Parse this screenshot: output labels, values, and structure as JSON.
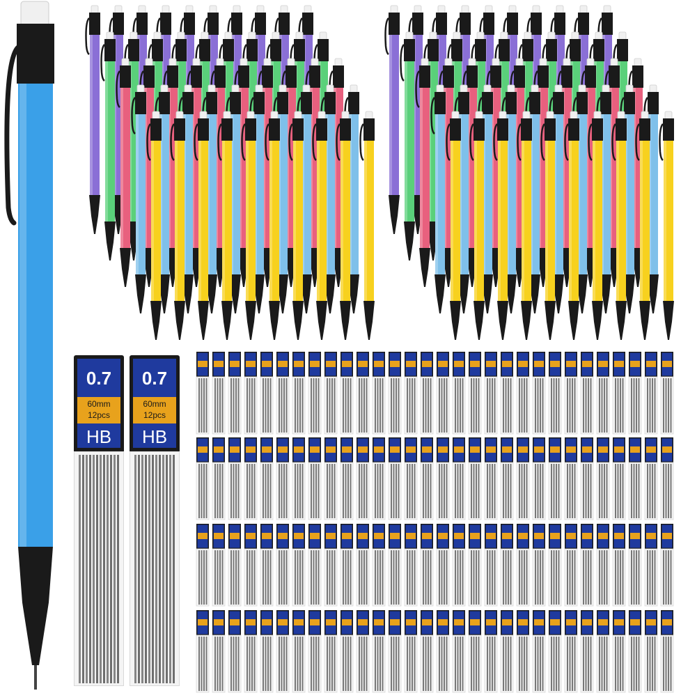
{
  "product": {
    "lead_size": "0.7",
    "lead_length": "60mm",
    "lead_count": "12pcs",
    "lead_grade": "HB"
  },
  "colors": {
    "pencil_blue": "#3aa0e8",
    "pencil_yellow": "#f7d11e",
    "pencil_purple": "#8a6fd6",
    "pencil_green": "#5ad07a",
    "pencil_pink": "#e8607e",
    "pencil_light_blue": "#7fc0ea",
    "black_parts": "#1a1a1a",
    "tube_label_blue": "#1f3a9e",
    "tube_label_orange": "#e8a21c",
    "eraser": "#f0f0f0"
  },
  "icons": {
    "large_pencil": "mechanical-pencil-icon",
    "pencil_group": "pencil-bundle-icon",
    "lead_tube": "lead-refill-tube-icon"
  }
}
